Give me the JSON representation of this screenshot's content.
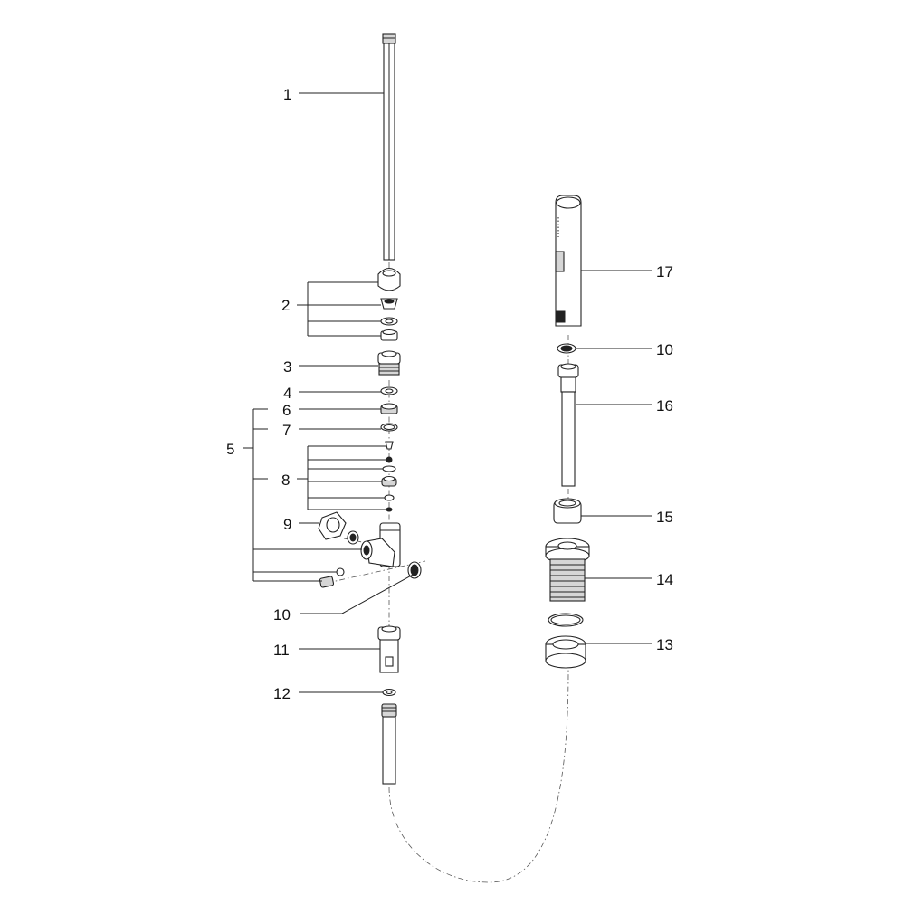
{
  "diagram": {
    "callouts": [
      {
        "id": "c1",
        "label": "1"
      },
      {
        "id": "c2",
        "label": "2"
      },
      {
        "id": "c3",
        "label": "3"
      },
      {
        "id": "c4",
        "label": "4"
      },
      {
        "id": "c5",
        "label": "5"
      },
      {
        "id": "c6",
        "label": "6"
      },
      {
        "id": "c7",
        "label": "7"
      },
      {
        "id": "c8",
        "label": "8"
      },
      {
        "id": "c9",
        "label": "9"
      },
      {
        "id": "c10a",
        "label": "10"
      },
      {
        "id": "c11",
        "label": "11"
      },
      {
        "id": "c12",
        "label": "12"
      },
      {
        "id": "c13",
        "label": "13"
      },
      {
        "id": "c14",
        "label": "14"
      },
      {
        "id": "c15",
        "label": "15"
      },
      {
        "id": "c16",
        "label": "16"
      },
      {
        "id": "c10b",
        "label": "10"
      },
      {
        "id": "c17",
        "label": "17"
      }
    ]
  }
}
